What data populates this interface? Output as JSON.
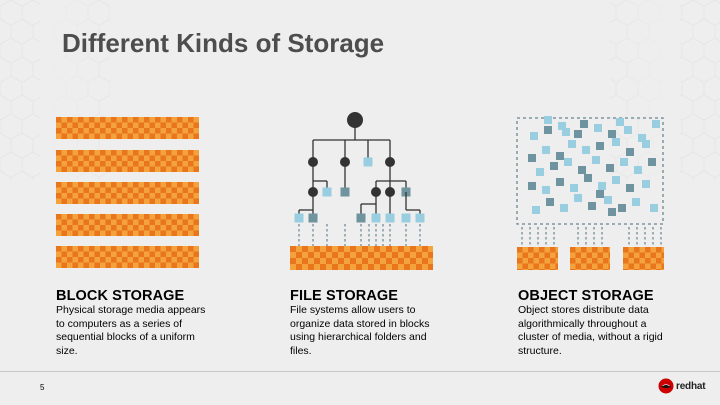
{
  "slide": {
    "title": "Different Kinds of Storage",
    "page_number": "5",
    "logo_text": "redhat"
  },
  "columns": [
    {
      "heading": "BLOCK STORAGE",
      "body": "Physical storage media appears\nto computers as a series of\nsequential blocks of a uniform\nsize."
    },
    {
      "heading": "FILE STORAGE",
      "body": "File systems allow users to\norganize data stored in blocks\nusing hierarchical folders and\nfiles."
    },
    {
      "heading": "OBJECT STORAGE",
      "body": "Object stores distribute data\nalgorithmically throughout a\ncluster of media, without a rigid\nstructure."
    }
  ],
  "colors": {
    "orange_light": "#f4a23c",
    "orange_dark": "#e9761d",
    "node_dark": "#333333",
    "blue_light": "#99cde0",
    "blue_dark": "#6f94a0",
    "connector": "#6b8591",
    "text": "#000000",
    "title": "#4d4d4d"
  },
  "icons": [
    "redhat-logo-icon"
  ]
}
